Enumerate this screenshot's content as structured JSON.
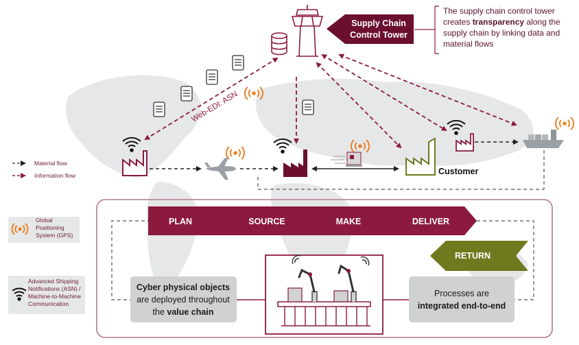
{
  "title": {
    "line1": "Supply Chain",
    "line2": "Control Tower"
  },
  "callout": {
    "pre": "The supply chain control tower creates ",
    "bold": "transparency",
    "post": " along the supply chain by linking data and material flows"
  },
  "edi_label": "Web-EDI: ASN",
  "customer_label": "Customer",
  "legend": {
    "material_flow": "Material flow",
    "information_flow": "Information flow",
    "gps": [
      "Global",
      "Positioning",
      "System (GPS)"
    ],
    "asn": [
      "Advanced Shipping",
      "Notifications (ASN) /",
      "Machine-to-Machine",
      "Communication"
    ]
  },
  "value_chain": {
    "steps": [
      "PLAN",
      "SOURCE",
      "MAKE",
      "DELIVER"
    ],
    "return_label": "RETURN"
  },
  "cyber_box": {
    "line1": "Cyber physical objects",
    "line2": "are deployed throughout",
    "line3_pre": "the ",
    "line3_bold": "value chain"
  },
  "process_box": {
    "line1": "Processes are",
    "line2": "integrated end-to-end"
  },
  "colors": {
    "maroon": "#8b1a3e",
    "dark_maroon": "#6b0f30",
    "olive": "#6f7a1e",
    "gps_orange": "#e8842a",
    "map_gray": "#e6e7e8"
  }
}
